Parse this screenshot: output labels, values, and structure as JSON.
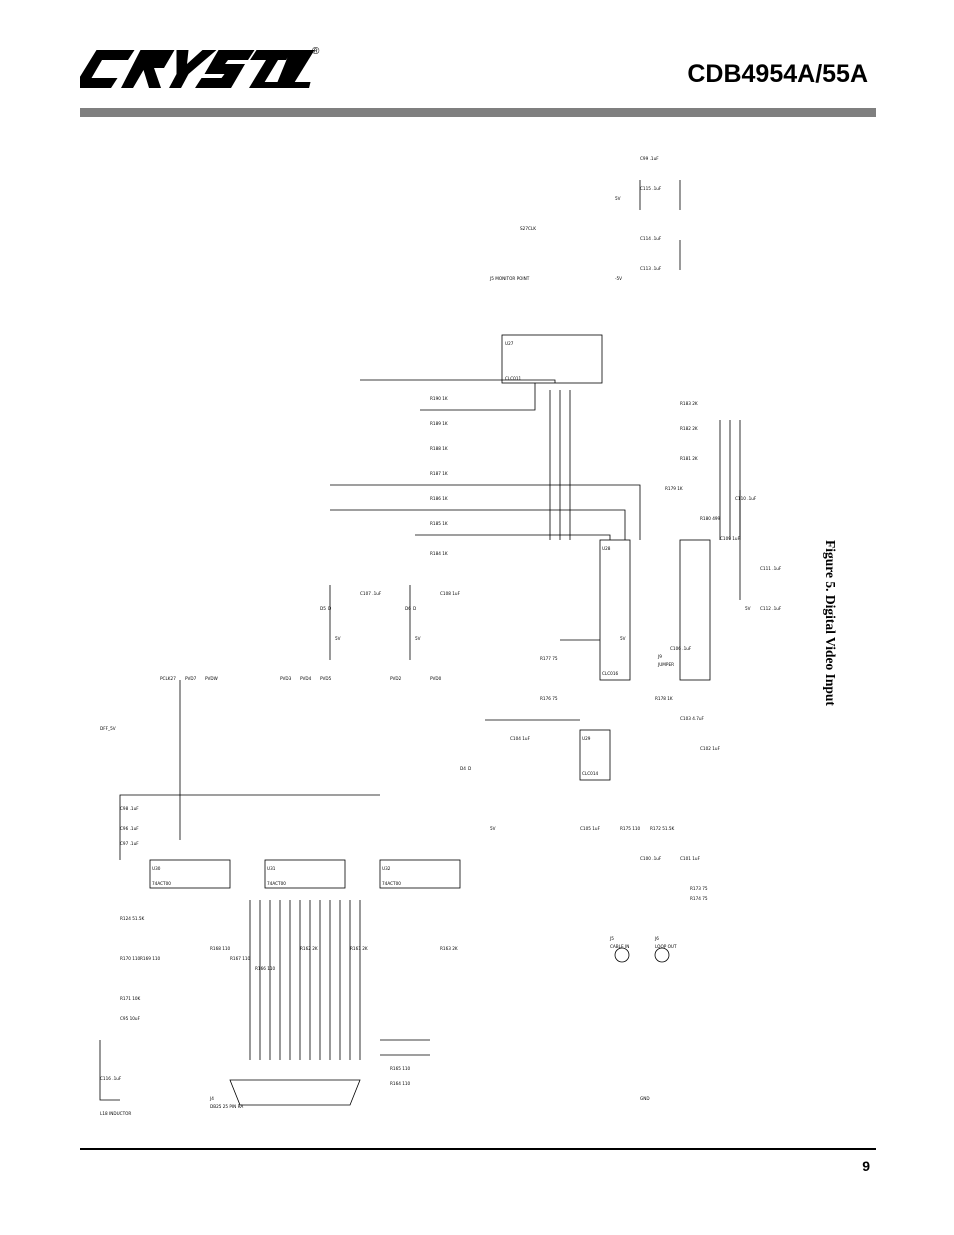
{
  "header": {
    "logo_text": "CRYSTAL",
    "registered_mark": "®",
    "document_title": "CDB4954A/55A"
  },
  "figure": {
    "caption": "Figure 5.  Digital Video Input"
  },
  "schematic": {
    "components": [
      {
        "ref": "U27",
        "part": "CLC011"
      },
      {
        "ref": "U28",
        "part": "CLC016"
      },
      {
        "ref": "U29",
        "part": "CLC014"
      },
      {
        "ref": "U30",
        "part": "74ACT00"
      },
      {
        "ref": "U31",
        "part": "74ACT00"
      },
      {
        "ref": "U32",
        "part": "74ACT00"
      },
      {
        "ref": "J4",
        "part": "DB25 25 PIN RA"
      },
      {
        "ref": "J5",
        "part": "CABLE IN"
      },
      {
        "ref": "J6",
        "part": "LOOP OUT"
      },
      {
        "ref": "J9",
        "part": "JUMPER"
      },
      {
        "ref": "D4",
        "part": "D"
      },
      {
        "ref": "D5",
        "part": "D"
      },
      {
        "ref": "D6",
        "part": "D"
      }
    ],
    "signals": [
      "PCLK27",
      "PVD7",
      "PVDW",
      "PVD3",
      "PVD4",
      "PVD5",
      "PVD2",
      "PVD0",
      "DFF_5V",
      "S27CLK",
      "J5 MONITOR POINT"
    ],
    "labels": [
      "R124 51.5K",
      "R177 75",
      "R176 75",
      "R178 1K",
      "R184 1K",
      "R185 1K",
      "R186 1K",
      "R187 1K",
      "R188 1K",
      "R189 1K",
      "R190 1K",
      "R179 1K",
      "R180 499",
      "R181 2K",
      "R182 2K",
      "R183 2K",
      "R171 10K",
      "R172 51.5K",
      "R173 75",
      "R174 75",
      "R175 110",
      "R170 110",
      "R169 110",
      "R168 110",
      "R167 110",
      "R166 110",
      "R165 110",
      "R164 110",
      "R163 2K",
      "R162 2K",
      "R161 2K",
      "C95 10uF",
      "C96 .1uF",
      "C97 .1uF",
      "C98 .1uF",
      "C99 .1uF",
      "C100 .1uF",
      "C101 1uF",
      "C102 1uF",
      "C103 4.7uF",
      "C104 1uF",
      "C105 1uF",
      "C106 .1uF",
      "C107 .1uF",
      "C108 1uF",
      "C109 1uF",
      "C110 .1uF",
      "C111 .1uF",
      "C112 .1uF",
      "C113 .1uF",
      "C114 .1uF",
      "C115 .1uF",
      "C116 .1uF",
      "L18 INDUCTOR",
      "5V",
      "5V",
      "5V",
      "5V",
      "5V",
      "5V",
      "-5V",
      "GND"
    ]
  }
}
